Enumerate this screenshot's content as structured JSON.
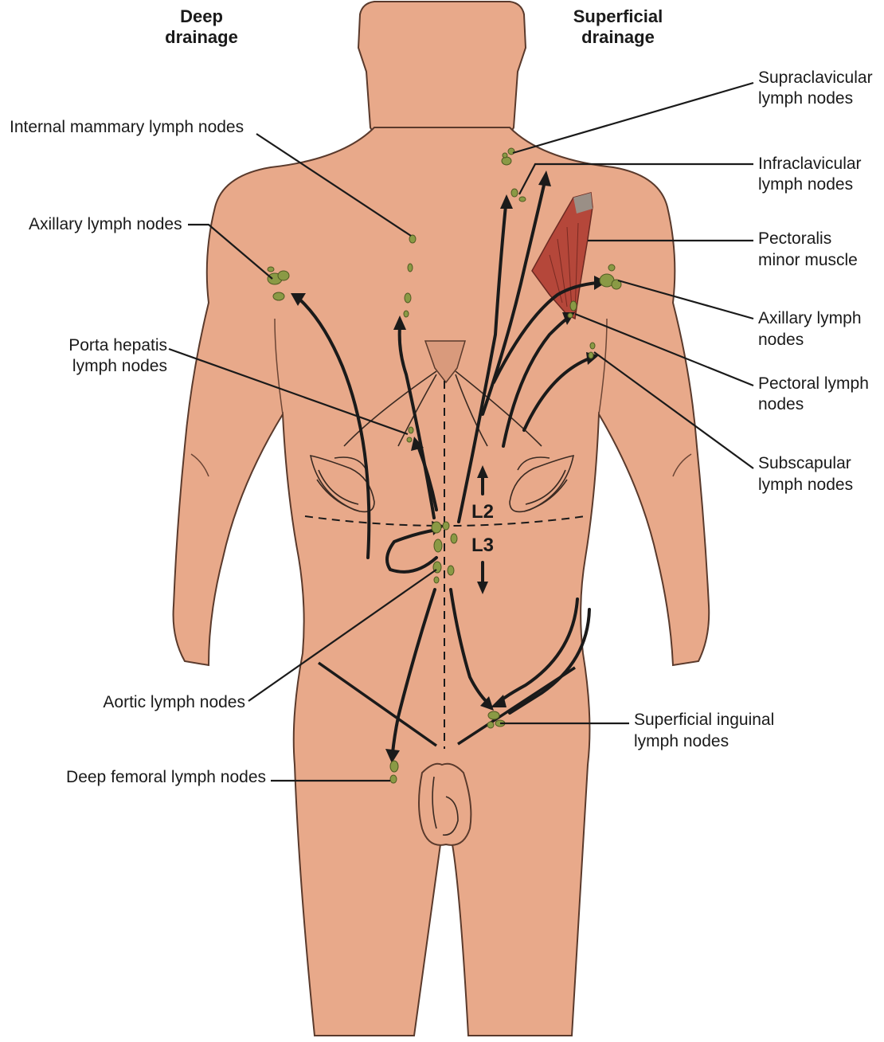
{
  "headers": {
    "deep": [
      "Deep",
      "drainage"
    ],
    "superficial": [
      "Superficial",
      "drainage"
    ]
  },
  "labels": {
    "internal_mammary": [
      "Internal mammary lymph nodes"
    ],
    "axillary_left": [
      "Axillary lymph nodes"
    ],
    "porta_hepatis": [
      "Porta hepatis",
      "lymph nodes"
    ],
    "aortic": [
      "Aortic lymph nodes"
    ],
    "deep_femoral": [
      "Deep femoral lymph nodes"
    ],
    "supraclavicular": [
      "Supraclavicular",
      "lymph nodes"
    ],
    "infraclavicular": [
      "Infraclavicular",
      "lymph nodes"
    ],
    "pectoralis_minor": [
      "Pectoralis",
      "minor muscle"
    ],
    "axillary_right": [
      "Axillary lymph",
      "nodes"
    ],
    "pectoral": [
      "Pectoral lymph",
      "nodes"
    ],
    "subscapular": [
      "Subscapular",
      "lymph nodes"
    ],
    "superficial_inguinal": [
      "Superficial inguinal",
      "lymph nodes"
    ]
  },
  "levels": {
    "upper": "L2",
    "lower": "L3"
  },
  "colors": {
    "skin": "#e8a98a",
    "outline": "#5a3a2c",
    "node": "#8a9a45",
    "muscle": "#b5473a"
  }
}
